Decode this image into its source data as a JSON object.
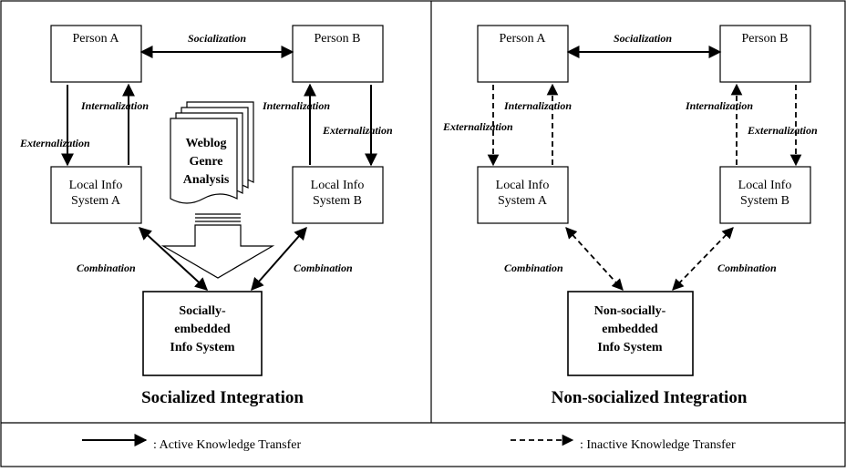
{
  "left_panel": {
    "person_a": "Person A",
    "person_b": "Person B",
    "socialization": "Socialization",
    "internalization_a": "Internalization",
    "externalization_a": "Externalization",
    "internalization_b": "Internalization",
    "externalization_b": "Externalization",
    "local_a": [
      "Local Info",
      "System A"
    ],
    "local_b": [
      "Local Info",
      "System B"
    ],
    "document": [
      "Weblog",
      "Genre",
      "Analysis"
    ],
    "combination_left": "Combination",
    "combination_right": "Combination",
    "center_box": [
      "Socially-",
      "embedded",
      "Info System"
    ],
    "caption": "Socialized Integration",
    "arrow_style": "solid"
  },
  "right_panel": {
    "person_a": "Person A",
    "person_b": "Person B",
    "socialization": "Socialization",
    "internalization_a": "Internalization",
    "externalization_a": "Externalization",
    "internalization_b": "Internalization",
    "externalization_b": "Externalization",
    "local_a": [
      "Local Info",
      "System A"
    ],
    "local_b": [
      "Local Info",
      "System B"
    ],
    "combination_left": "Combination",
    "combination_right": "Combination",
    "center_box": [
      "Non-socially-",
      "embedded",
      "Info System"
    ],
    "caption": "Non-socialized Integration",
    "arrow_style": "dashed"
  },
  "legend": {
    "active": ": Active Knowledge Transfer",
    "inactive": ": Inactive Knowledge Transfer"
  }
}
